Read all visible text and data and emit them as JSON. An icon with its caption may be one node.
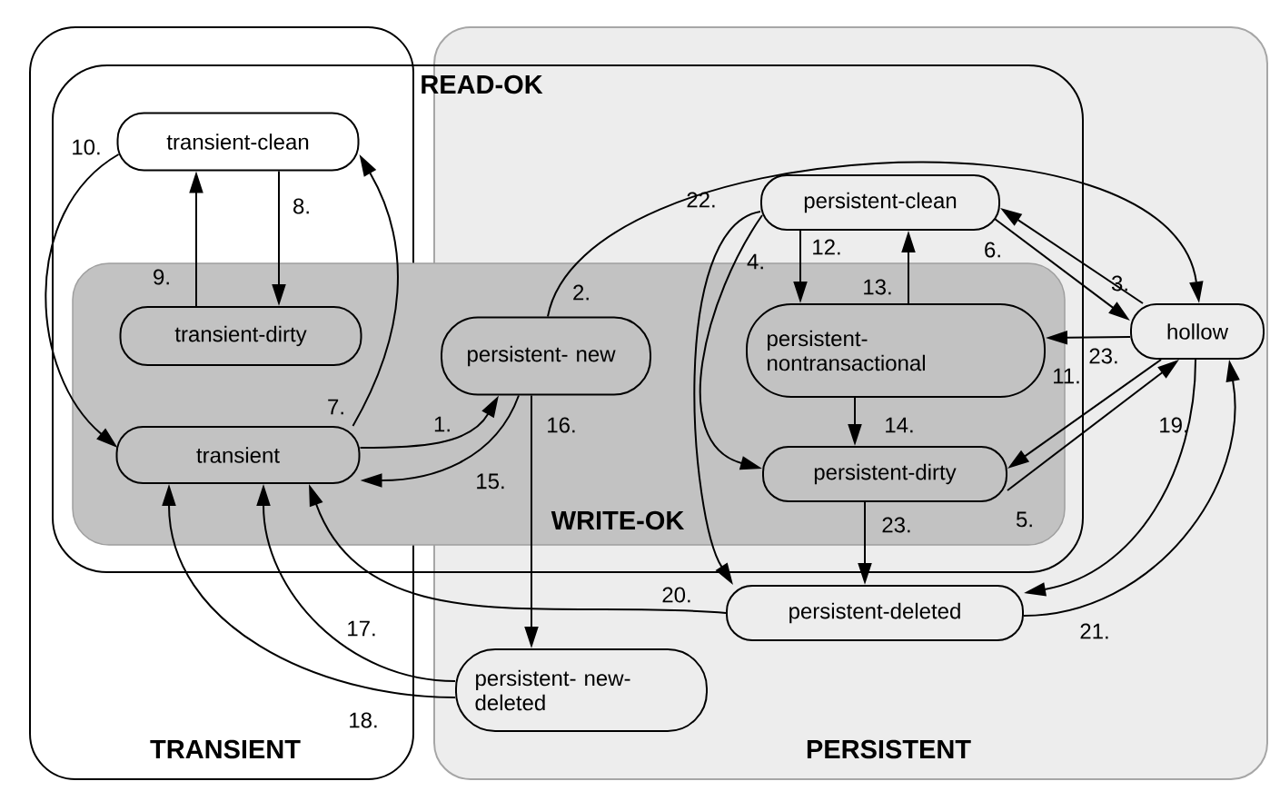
{
  "diagram": {
    "nodes": [
      {
        "text": [
          "transient-clean"
        ]
      },
      {
        "text": [
          "transient-dirty"
        ]
      },
      {
        "text": [
          "transient"
        ]
      },
      {
        "text": [
          "persistent- new"
        ]
      },
      {
        "text": [
          "persistent-clean"
        ]
      },
      {
        "text": [
          "persistent- nontransactional"
        ]
      },
      {
        "text": [
          "hollow"
        ]
      },
      {
        "text": [
          "persistent-dirty"
        ]
      },
      {
        "text": [
          "persistent-deleted"
        ]
      },
      {
        "text": [
          "persistent- new-deleted"
        ]
      }
    ],
    "edges": [
      {
        "from": 2,
        "to": 3,
        "arrow": "to",
        "label": "1."
      },
      {
        "from": 3,
        "to": 6,
        "arrow": "to",
        "label": "2."
      },
      {
        "from": 6,
        "to": 4,
        "arrow": "to",
        "label": "3."
      },
      {
        "from": 4,
        "to": 7,
        "arrow": "to",
        "label": "4."
      },
      {
        "from": 7,
        "to": 6,
        "arrow": "to",
        "label": "5."
      },
      {
        "from": 4,
        "to": 6,
        "arrow": "to",
        "label": "6."
      },
      {
        "from": 2,
        "to": 0,
        "arrow": "to",
        "label": "7."
      },
      {
        "from": 0,
        "to": 1,
        "arrow": "to",
        "label": "8."
      },
      {
        "from": 1,
        "to": 0,
        "arrow": "to",
        "label": "9."
      },
      {
        "from": 0,
        "to": 2,
        "arrow": "to",
        "label": "10."
      },
      {
        "from": 6,
        "to": 7,
        "arrow": "to",
        "label": "11."
      },
      {
        "from": 4,
        "to": 5,
        "arrow": "to",
        "label": "12."
      },
      {
        "from": 5,
        "to": 4,
        "arrow": "to",
        "label": "13."
      },
      {
        "from": 5,
        "to": 7,
        "arrow": "to",
        "label": "14."
      },
      {
        "from": 3,
        "to": 2,
        "arrow": "to",
        "label": "15."
      },
      {
        "from": 3,
        "to": 9,
        "arrow": "to",
        "label": "16."
      },
      {
        "from": 9,
        "to": 2,
        "arrow": "to",
        "label": "17."
      },
      {
        "from": 9,
        "to": 2,
        "arrow": "to",
        "label": "18."
      },
      {
        "from": 6,
        "to": 8,
        "arrow": "to",
        "label": "19."
      },
      {
        "from": 8,
        "to": 2,
        "arrow": "to",
        "label": "20."
      },
      {
        "from": 8,
        "to": 6,
        "arrow": "to",
        "label": "21."
      },
      {
        "from": 4,
        "to": 8,
        "arrow": "to",
        "label": "22."
      },
      {
        "from": 6,
        "to": 5,
        "arrow": "to",
        "label": "23."
      },
      {
        "from": 7,
        "to": 8,
        "arrow": "to",
        "label": "23."
      }
    ],
    "labels": [
      "READ-OK",
      "WRITE-OK",
      "TRANSIENT",
      "PERSISTENT"
    ]
  }
}
